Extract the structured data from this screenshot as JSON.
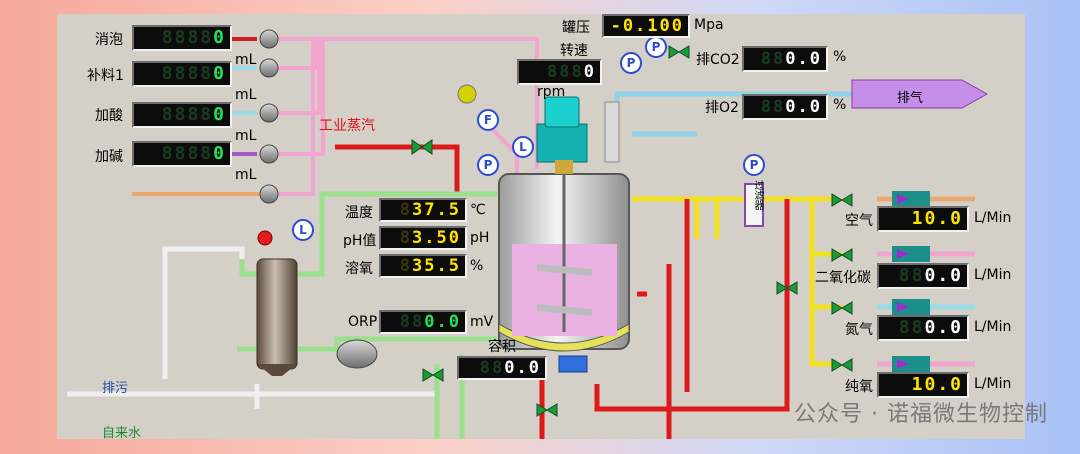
{
  "watermark": "公众号 · 诺福微生物控制",
  "labels": {
    "xiaopao": "消泡",
    "buliao": "补料1",
    "jiasuan": "加酸",
    "jiajian": "加碱",
    "ml_unit": "mL",
    "gongye_zhengqi": "工业蒸汽",
    "guanya": "罐压",
    "mpa_unit": "Mpa",
    "zhuansu": "转速",
    "rpm_unit": "rpm",
    "pai_co2": "排CO2",
    "pai_o2": "排O2",
    "pct_unit": "%",
    "paiqi": "排气",
    "wendu": "温度",
    "celsius_unit": "℃",
    "ph_label": "pH值",
    "ph_unit": "pH",
    "rongyang": "溶氧",
    "orp": "ORP",
    "mv_unit": "mV",
    "rongji": "容积",
    "guolvqi": "过滤器",
    "kongqi": "空气",
    "eryanghuatan": "二氧化碳",
    "danqi": "氮气",
    "chunyang": "纯氧",
    "lmin_unit": "L/Min",
    "paiwu": "排污",
    "zilaishui": "自来水"
  },
  "readouts": {
    "xiaopao": "0",
    "buliao": "0",
    "jiasuan": "0",
    "jiajian": "0",
    "guanya": "-0.100",
    "zhuansu": "0",
    "pai_co2": "0.0",
    "pai_o2": "0.0",
    "wendu": "37.5",
    "ph": "3.50",
    "rongyang": "35.5",
    "orp": "0.0",
    "rongji": "0.0",
    "kongqi": "10.0",
    "eryanghuatan": "0.0",
    "danqi": "0.0",
    "chunyang": "10.0"
  },
  "colors": {
    "panel_bg": "#d4d0c8",
    "lcd_green": "#22e15a",
    "lcd_yellow": "#ffe400",
    "pipe_red": "#e01818",
    "pipe_pink": "#f0a0c8",
    "pipe_green": "#9be08c",
    "pipe_yellow": "#f0e020",
    "pipe_cyan": "#7fd6e8",
    "pipe_grey": "#e6e6e6",
    "pipe_orange": "#e0a070",
    "valve_green": "#1c9a3a",
    "exhaust_purple": "#b85cc8",
    "broth_pink": "#e9a6e0"
  },
  "icons": [
    "pump-icon",
    "valve-icon",
    "pressure-gauge-icon",
    "level-sensor-icon",
    "flow-sensor-icon",
    "motor-icon",
    "heat-exchanger-icon",
    "filter-icon",
    "exhaust-arrow-icon",
    "flowmeter-icon"
  ]
}
